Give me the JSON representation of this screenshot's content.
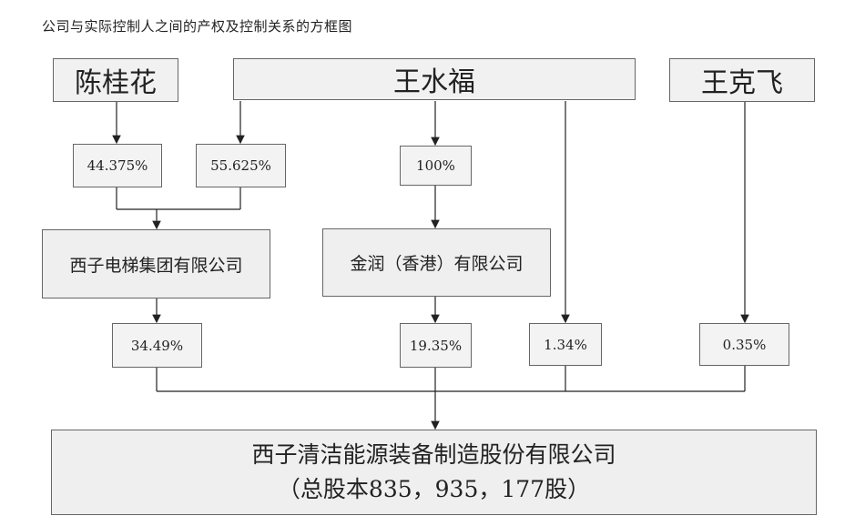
{
  "title": "公司与实际控制人之间的产权及控制关系的方框图",
  "persons": {
    "chen": "陈桂花",
    "wang_shuifu": "王水福",
    "wang_kefei": "王克飞"
  },
  "percentages": {
    "chen_to_elevator": "44.375%",
    "wang_to_elevator": "55.625%",
    "wang_to_jinrun": "100%",
    "elevator_to_target": "34.49%",
    "jinrun_to_target": "19.35%",
    "wang_direct_to_target": "1.34%",
    "kefei_to_target": "0.35%"
  },
  "companies": {
    "elevator_group": "西子电梯集团有限公司",
    "jinrun_hk": "金润（香港）有限公司"
  },
  "target": {
    "name": "西子清洁能源装备制造股份有限公司",
    "shares": "（总股本835，935，177股）"
  }
}
